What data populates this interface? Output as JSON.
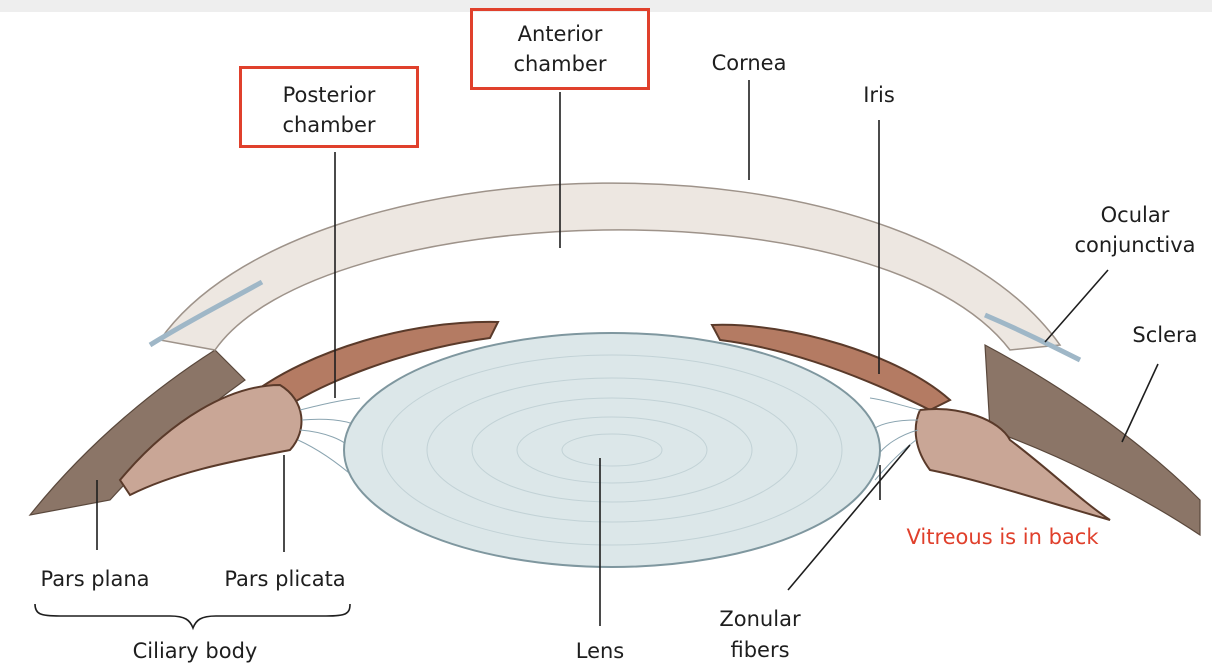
{
  "labels": {
    "anterior_chamber": "Anterior\nchamber",
    "posterior_chamber": "Posterior\nchamber",
    "cornea": "Cornea",
    "iris": "Iris",
    "ocular_conjunctiva": "Ocular\nconjunctiva",
    "sclera": "Sclera",
    "vitreous_note": "Vitreous is in back",
    "pars_plana": "Pars plana",
    "pars_plicata": "Pars plicata",
    "ciliary_body": "Ciliary body",
    "lens": "Lens",
    "zonular_fibers": "Zonular\nfibers"
  },
  "colors": {
    "highlight_box": "#e0402c",
    "note_text": "#e0402c",
    "cornea": "#ece6e0",
    "lens": "#dbe6e8",
    "sclera": "#8a7466",
    "iris": "#b07a62"
  }
}
